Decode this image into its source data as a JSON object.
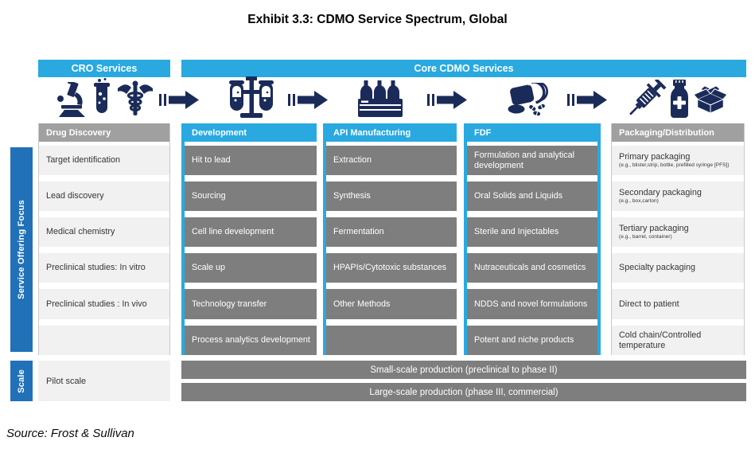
{
  "title": "Exhibit 3.3: CDMO Service Spectrum, Global",
  "source_note": "Source: Frost & Sullivan",
  "colors": {
    "cyan_accent": "#29A9E0",
    "icon_navy": "#1B2B59",
    "sidebar_blue": "#2171B8",
    "gray_header": "#A0A0A0",
    "dark_cell": "#7E7E7E",
    "light_cell": "#F1F1F1"
  },
  "top_bars": {
    "cro_label": "CRO Services",
    "core_label": "Core CDMO Services"
  },
  "sidebar": {
    "focus_label": "Service Offering Focus",
    "scale_label": "Scale"
  },
  "icons": {
    "stage_flow": [
      "microscope-icon",
      "test-tube-icon",
      "caduceus-icon",
      "flow-arrow-icon",
      "test-tube-rack-icon",
      "flow-arrow-icon",
      "bottle-crate-icon",
      "flow-arrow-icon",
      "pills-icon",
      "flow-arrow-icon",
      "syringe-icon",
      "medicine-bottle-icon",
      "open-box-icon"
    ]
  },
  "columns": [
    {
      "header": "Drug Discovery",
      "theme": "gray",
      "items": [
        {
          "label": "Target identification"
        },
        {
          "label": "Lead discovery"
        },
        {
          "label": "Medical chemistry"
        },
        {
          "label": "Preclinical studies: In vitro"
        },
        {
          "label": "Preclinical studies : In vivo"
        },
        {
          "label": ""
        }
      ]
    },
    {
      "header": "Development",
      "theme": "blue",
      "items": [
        {
          "label": "Hit to lead"
        },
        {
          "label": "Sourcing"
        },
        {
          "label": "Cell line development"
        },
        {
          "label": "Scale up"
        },
        {
          "label": "Technology transfer"
        },
        {
          "label": "Process analytics development"
        }
      ]
    },
    {
      "header": "API Manufacturing",
      "theme": "blue",
      "items": [
        {
          "label": "Extraction"
        },
        {
          "label": "Synthesis"
        },
        {
          "label": "Fermentation"
        },
        {
          "label": "HPAPIs/Cytotoxic substances"
        },
        {
          "label": "Other Methods"
        },
        {
          "label": ""
        }
      ]
    },
    {
      "header": "FDF",
      "theme": "blue",
      "items": [
        {
          "label": "Formulation and analytical development"
        },
        {
          "label": "Oral Solids and Liquids"
        },
        {
          "label": "Sterile and Injectables"
        },
        {
          "label": "Nutraceuticals and cosmetics"
        },
        {
          "label": "NDDS and novel formulations"
        },
        {
          "label": "Potent and niche products"
        }
      ]
    },
    {
      "header": "Packaging/Distribution",
      "theme": "gray",
      "items": [
        {
          "label": "Primary packaging",
          "note": "(e.g., blister,strip, bottle, prefilled syringe [PFS])"
        },
        {
          "label": "Secondary packaging",
          "note": "(e.g., box,carton)"
        },
        {
          "label": "Tertiary packaging",
          "note": "(e.g., barrel, container)"
        },
        {
          "label": "Specialty packaging"
        },
        {
          "label": "Direct to patient"
        },
        {
          "label": "Cold chain/Controlled temperature"
        }
      ]
    }
  ],
  "pilot_scale_label": "Pilot scale",
  "production_bars": {
    "small": "Small-scale production (preclinical to phase II)",
    "large": "Large-scale production (phase III, commercial)"
  }
}
